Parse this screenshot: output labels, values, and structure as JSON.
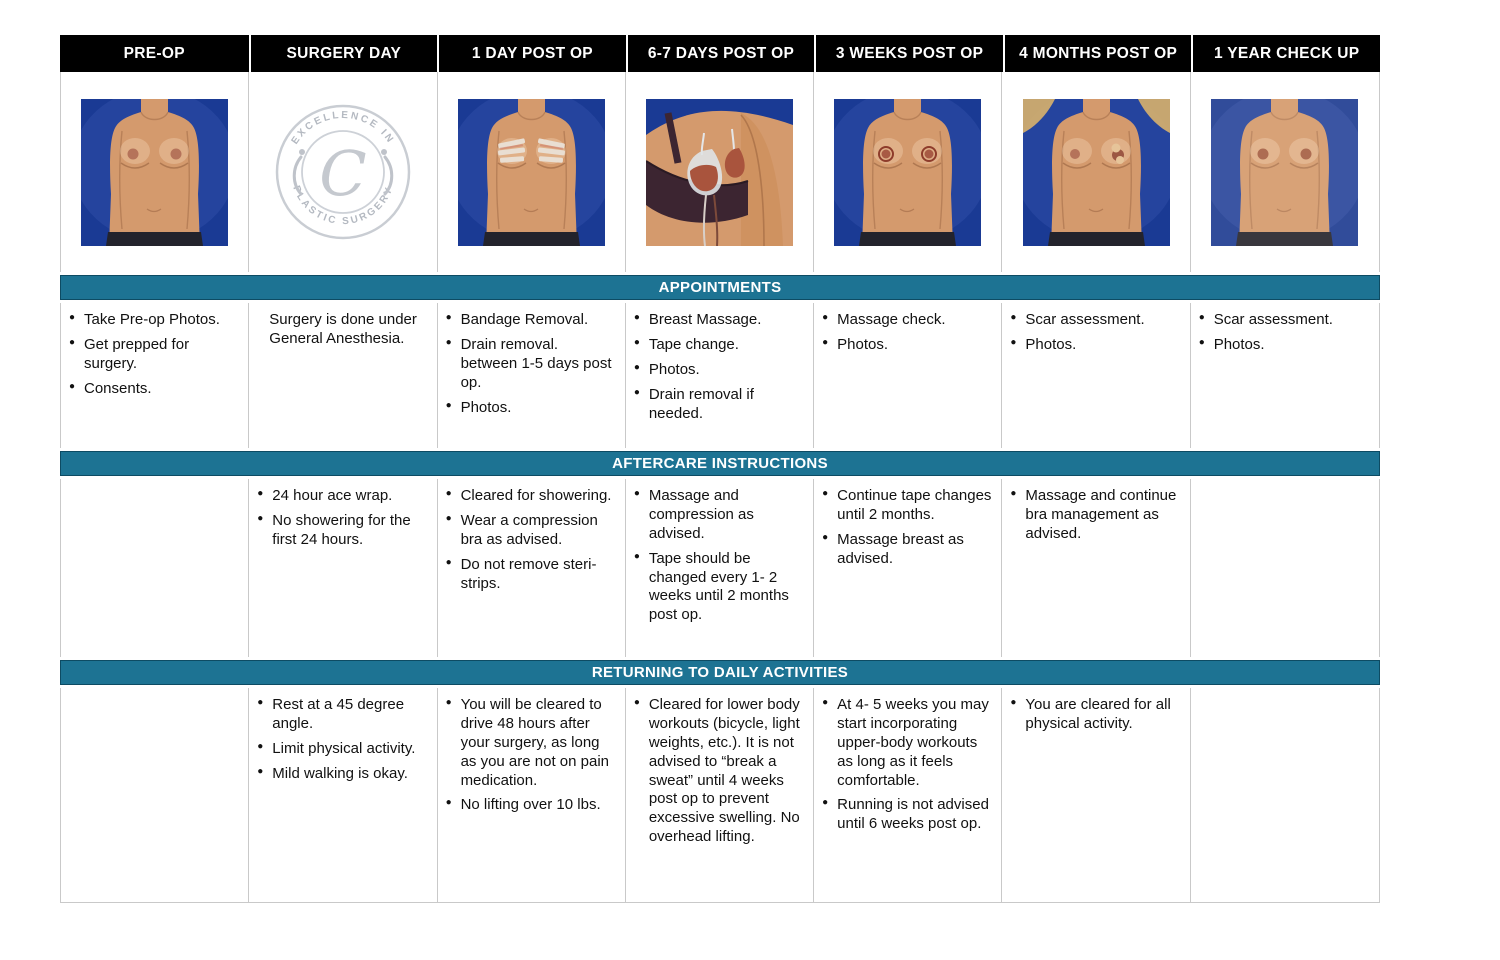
{
  "sections": {
    "appointments_label": "APPOINTMENTS",
    "aftercare_label": "AFTERCARE INSTRUCTIONS",
    "activities_label": "RETURNING TO DAILY ACTIVITIES"
  },
  "logo": {
    "top_text": "EXCELLENCE IN",
    "bottom_text": "PLASTIC SURGERY",
    "monogram": "C"
  },
  "colors": {
    "band_teal": "#1d7393",
    "band_border": "#0d4b63",
    "header_black": "#000000",
    "photo_background_blue": "#1a3a94",
    "grid_line": "#c9c9c9"
  },
  "columns": [
    {
      "header": "PRE-OP",
      "photo": "frontal pre-op patient photo on blue background",
      "appointments": [
        "Take Pre-op Photos.",
        "Get prepped for surgery.",
        "Consents."
      ],
      "aftercare": [],
      "activities": []
    },
    {
      "header": "SURGERY  DAY",
      "photo": "clinic logo seal",
      "appointments_note": "Surgery is done under General Anesthesia.",
      "appointments": [],
      "aftercare": [
        "24 hour ace wrap.",
        "No showering for the first 24 hours."
      ],
      "activities": [
        "Rest at a 45 degree angle.",
        "Limit physical activity.",
        "Mild walking is okay."
      ]
    },
    {
      "header": "1 DAY POST OP",
      "photo": "frontal photo with surgical tape on chest",
      "appointments": [
        "Bandage Removal.",
        "Drain removal. between 1-5 days post op.",
        "Photos."
      ],
      "aftercare": [
        "Cleared for showering.",
        "Wear a compression bra as advised.",
        "Do not remove steri-strips."
      ],
      "activities": [
        "You will be cleared to drive 48 hours after your surgery, as long as you are not on pain medication.",
        "No lifting over 10 lbs."
      ]
    },
    {
      "header": "6-7 DAYS POST OP",
      "photo": "side photo with surgical bra and drain bulbs",
      "appointments": [
        "Breast Massage.",
        "Tape change.",
        "Photos.",
        "Drain removal if needed."
      ],
      "aftercare": [
        "Massage and compression as advised.",
        "Tape should be changed every 1- 2 weeks until 2 months post op."
      ],
      "activities": [
        "Cleared for lower body workouts (bicycle, light weights, etc.).  It is not advised to “break a sweat” until 4 weeks post op to prevent excessive swelling. No overhead lifting."
      ]
    },
    {
      "header": "3 WEEKS POST OP",
      "photo": "frontal photo with healing areola scars",
      "appointments": [
        "Massage check.",
        "Photos."
      ],
      "aftercare": [
        "Continue tape changes until 2 months.",
        "Massage breast as advised."
      ],
      "activities": [
        "At 4- 5 weeks you may start incorporating upper-body workouts as long as it feels comfortable.",
        "Running is not advised until 6 weeks post op."
      ]
    },
    {
      "header": "4 MONTHS POST OP",
      "photo": "frontal photo with small round tape dots on one breast",
      "appointments": [
        "Scar assessment.",
        "Photos."
      ],
      "aftercare": [
        "Massage and continue bra management as advised."
      ],
      "activities": [
        "You are cleared for all physical activity."
      ]
    },
    {
      "header": "1 YEAR CHECK UP",
      "photo": "frontal one-year result photo",
      "appointments": [
        "Scar assessment.",
        "Photos."
      ],
      "aftercare": [],
      "activities": []
    }
  ]
}
